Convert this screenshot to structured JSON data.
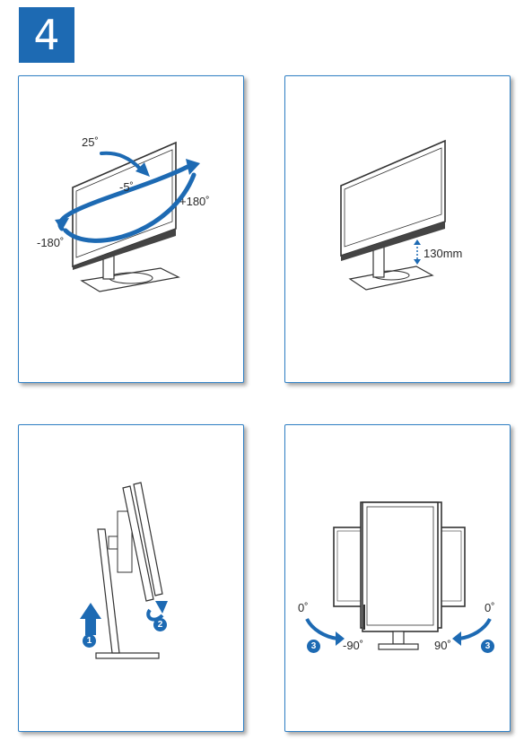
{
  "step": {
    "number": "4"
  },
  "panels": {
    "swivel_tilt": {
      "tilt_up": "25˚",
      "tilt_down": "-5˚",
      "swivel_right": "+180˚",
      "swivel_left": "-180˚"
    },
    "height": {
      "height_adjust": "130mm"
    },
    "pivot_sequence": {
      "step1": "1",
      "step2": "2"
    },
    "pivot": {
      "left_start": "0˚",
      "left_end": "-90˚",
      "right_start": "0˚",
      "right_end": "90˚",
      "step_left": "3",
      "step_right": "3"
    }
  },
  "colors": {
    "accent": "#1d6ab3",
    "border": "#2f7fc4",
    "line": "#333333"
  }
}
